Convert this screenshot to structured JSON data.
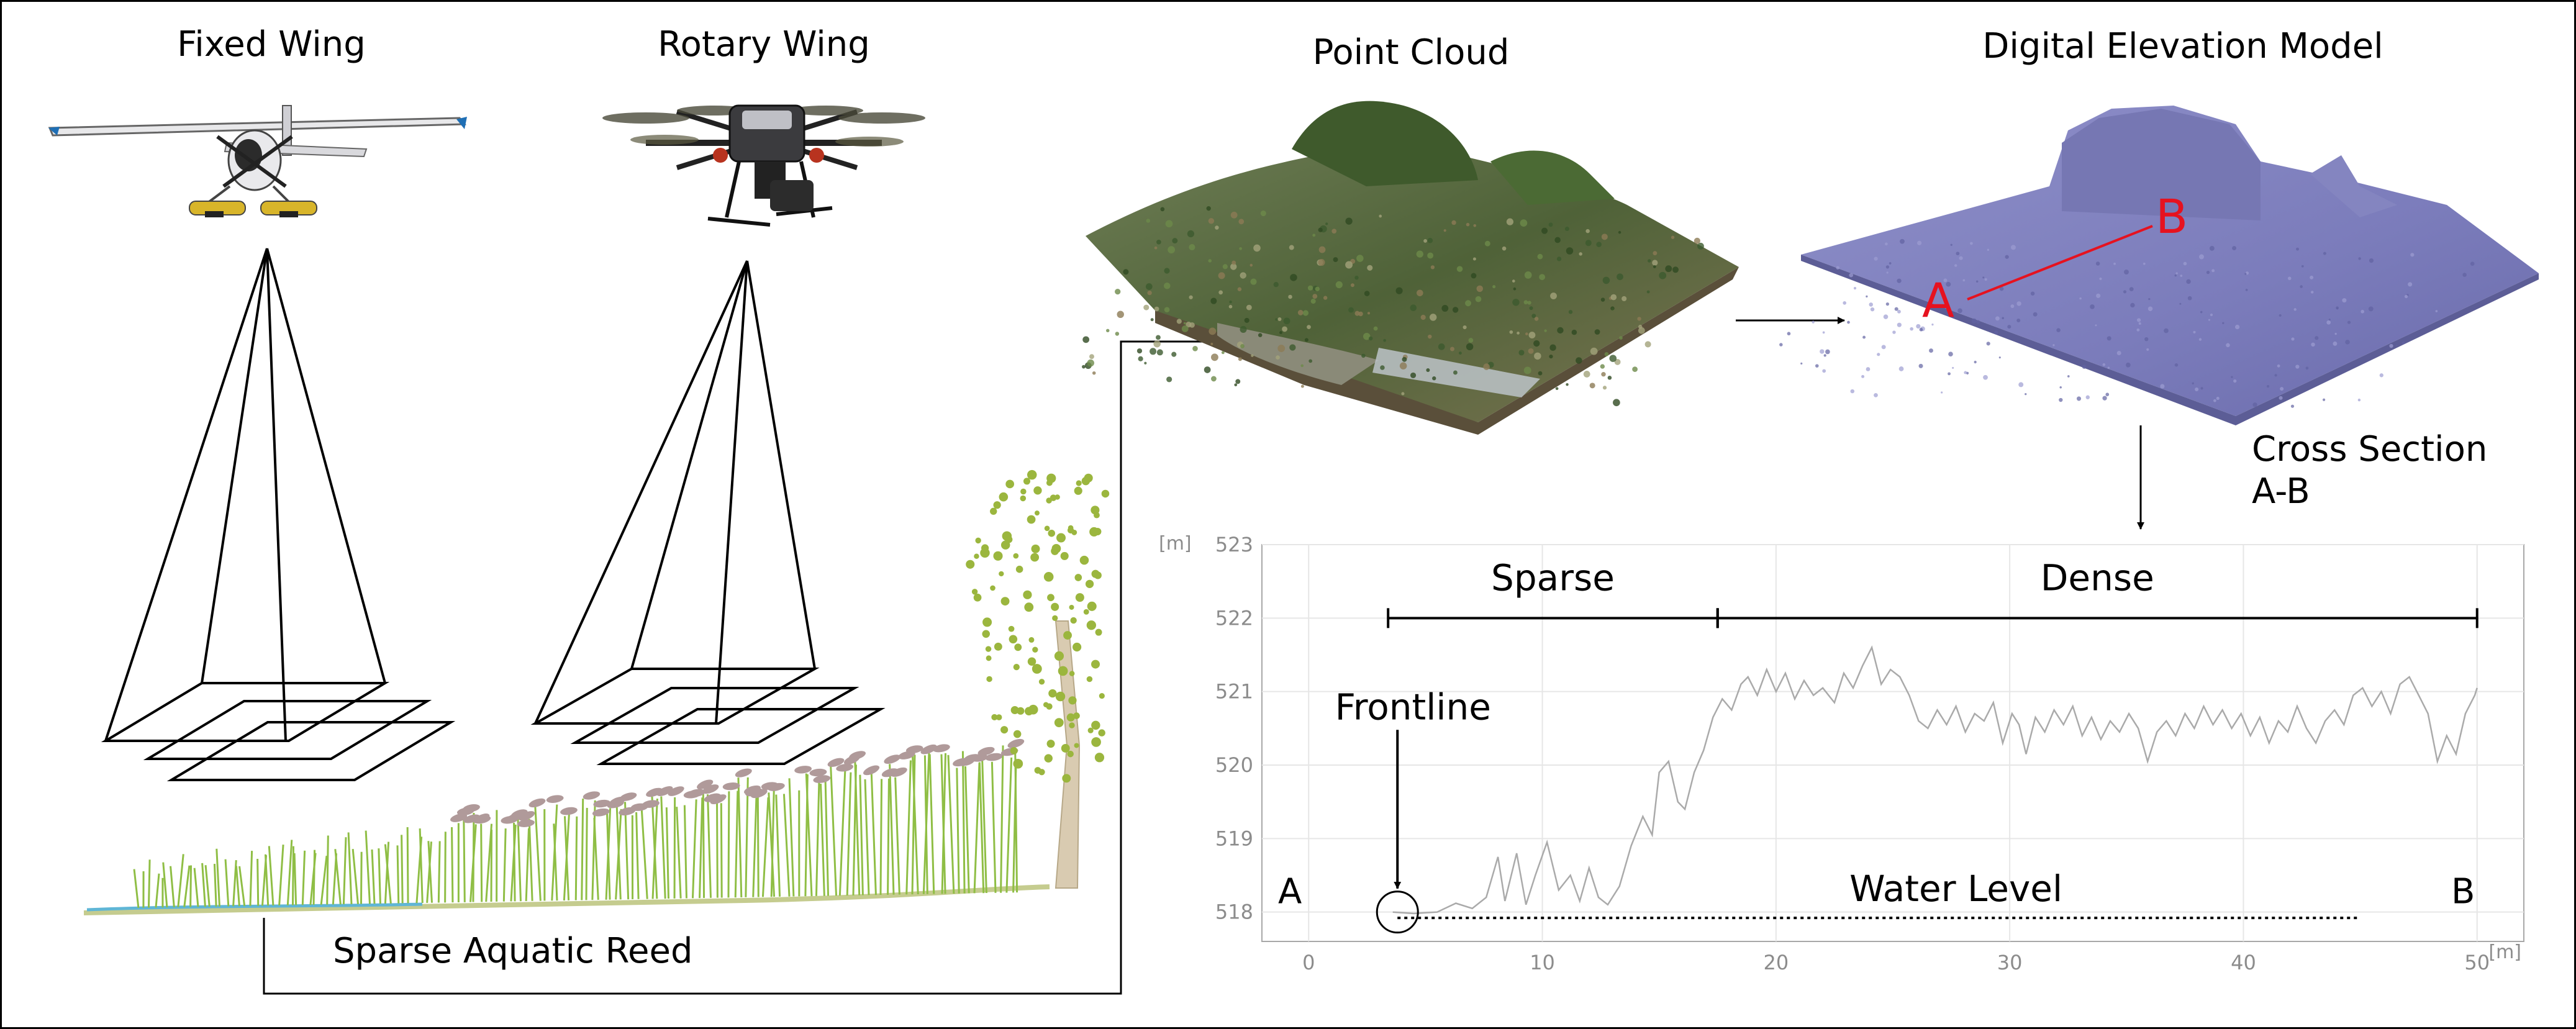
{
  "platforms": {
    "fixed_wing": "Fixed Wing",
    "rotary_wing": "Rotary Wing"
  },
  "ground": {
    "label": "Sparse Aquatic Reed"
  },
  "pipeline": {
    "point_cloud": "Point Cloud",
    "dem": "Digital Elevation Model",
    "point_a": "A",
    "point_b": "B",
    "cross_section_line1": "Cross Section",
    "cross_section_line2": "A-B"
  },
  "chart_data": {
    "type": "line",
    "unit_y": "[m]",
    "unit_x": "[m]",
    "xlim": [
      -2,
      52
    ],
    "ylim": [
      517.6,
      523
    ],
    "x_ticks": [
      0,
      10,
      20,
      30,
      40,
      50
    ],
    "y_ticks": [
      518,
      519,
      520,
      521,
      522,
      523
    ],
    "grid": true,
    "colors": {
      "profile": "#aaaaaa",
      "axis_text": "#8c8c8c",
      "grid": "#e6e6e6"
    },
    "zones": [
      {
        "name": "Sparse",
        "x0": 3.4,
        "x1": 17.5
      },
      {
        "name": "Dense",
        "x0": 17.5,
        "x1": 50
      }
    ],
    "annotations": {
      "frontline": "Frontline",
      "frontline_x": 3.8,
      "water_level": "Water Level",
      "water_level_y": 517.92,
      "water_level_x": [
        3.8,
        45
      ],
      "start": "A",
      "end": "B"
    },
    "profile": [
      [
        3.6,
        518.0
      ],
      [
        4.5,
        517.98
      ],
      [
        5.5,
        518.0
      ],
      [
        6.3,
        518.12
      ],
      [
        7.0,
        518.05
      ],
      [
        7.6,
        518.2
      ],
      [
        8.1,
        518.75
      ],
      [
        8.4,
        518.15
      ],
      [
        8.9,
        518.8
      ],
      [
        9.3,
        518.1
      ],
      [
        9.7,
        518.5
      ],
      [
        10.2,
        518.95
      ],
      [
        10.7,
        518.3
      ],
      [
        11.2,
        518.5
      ],
      [
        11.6,
        518.15
      ],
      [
        12.0,
        518.6
      ],
      [
        12.4,
        518.2
      ],
      [
        12.8,
        518.1
      ],
      [
        13.3,
        518.35
      ],
      [
        13.8,
        518.9
      ],
      [
        14.3,
        519.3
      ],
      [
        14.7,
        519.05
      ],
      [
        15.0,
        519.9
      ],
      [
        15.4,
        520.05
      ],
      [
        15.8,
        519.5
      ],
      [
        16.1,
        519.4
      ],
      [
        16.5,
        519.9
      ],
      [
        16.9,
        520.2
      ],
      [
        17.3,
        520.65
      ],
      [
        17.7,
        520.9
      ],
      [
        18.1,
        520.75
      ],
      [
        18.5,
        521.1
      ],
      [
        18.8,
        521.2
      ],
      [
        19.2,
        520.95
      ],
      [
        19.6,
        521.3
      ],
      [
        20.0,
        521.0
      ],
      [
        20.4,
        521.25
      ],
      [
        20.8,
        520.9
      ],
      [
        21.2,
        521.15
      ],
      [
        21.6,
        520.95
      ],
      [
        22.0,
        521.05
      ],
      [
        22.5,
        520.85
      ],
      [
        22.9,
        521.25
      ],
      [
        23.3,
        521.05
      ],
      [
        23.7,
        521.35
      ],
      [
        24.1,
        521.6
      ],
      [
        24.5,
        521.1
      ],
      [
        24.9,
        521.3
      ],
      [
        25.3,
        521.2
      ],
      [
        25.7,
        520.95
      ],
      [
        26.1,
        520.6
      ],
      [
        26.5,
        520.5
      ],
      [
        26.9,
        520.75
      ],
      [
        27.3,
        520.55
      ],
      [
        27.7,
        520.8
      ],
      [
        28.1,
        520.45
      ],
      [
        28.5,
        520.7
      ],
      [
        28.9,
        520.6
      ],
      [
        29.3,
        520.85
      ],
      [
        29.7,
        520.3
      ],
      [
        30.1,
        520.7
      ],
      [
        30.4,
        520.55
      ],
      [
        30.7,
        520.15
      ],
      [
        31.1,
        520.65
      ],
      [
        31.5,
        520.45
      ],
      [
        31.9,
        520.75
      ],
      [
        32.3,
        520.55
      ],
      [
        32.7,
        520.8
      ],
      [
        33.1,
        520.4
      ],
      [
        33.5,
        520.65
      ],
      [
        33.9,
        520.35
      ],
      [
        34.3,
        520.6
      ],
      [
        34.7,
        520.45
      ],
      [
        35.1,
        520.7
      ],
      [
        35.5,
        520.5
      ],
      [
        35.9,
        520.05
      ],
      [
        36.3,
        520.45
      ],
      [
        36.7,
        520.6
      ],
      [
        37.1,
        520.4
      ],
      [
        37.5,
        520.7
      ],
      [
        37.9,
        520.5
      ],
      [
        38.3,
        520.8
      ],
      [
        38.7,
        520.55
      ],
      [
        39.1,
        520.75
      ],
      [
        39.5,
        520.5
      ],
      [
        39.9,
        520.7
      ],
      [
        40.3,
        520.4
      ],
      [
        40.7,
        520.65
      ],
      [
        41.1,
        520.3
      ],
      [
        41.5,
        520.6
      ],
      [
        41.9,
        520.45
      ],
      [
        42.3,
        520.8
      ],
      [
        42.7,
        520.5
      ],
      [
        43.1,
        520.3
      ],
      [
        43.5,
        520.6
      ],
      [
        43.9,
        520.75
      ],
      [
        44.3,
        520.55
      ],
      [
        44.7,
        520.95
      ],
      [
        45.1,
        521.05
      ],
      [
        45.5,
        520.8
      ],
      [
        45.9,
        521.0
      ],
      [
        46.3,
        520.7
      ],
      [
        46.7,
        521.1
      ],
      [
        47.1,
        521.2
      ],
      [
        47.5,
        520.95
      ],
      [
        47.9,
        520.7
      ],
      [
        48.3,
        520.05
      ],
      [
        48.7,
        520.4
      ],
      [
        49.1,
        520.15
      ],
      [
        49.5,
        520.7
      ],
      [
        49.9,
        520.95
      ],
      [
        50.0,
        521.05
      ]
    ]
  }
}
